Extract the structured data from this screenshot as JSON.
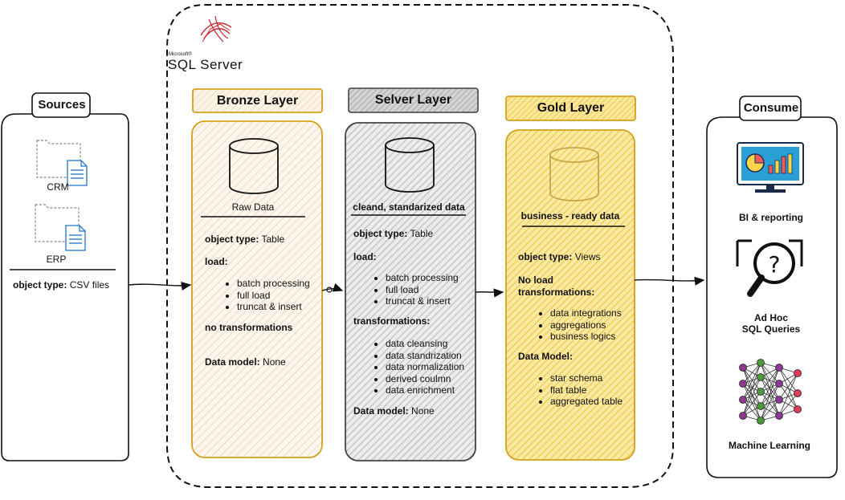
{
  "logo": {
    "small": "Microsoft®",
    "big": "SQL Server"
  },
  "sources": {
    "title": "Sources",
    "items": [
      {
        "label": "CRM",
        "icon": "folder-file-icon"
      },
      {
        "label": "ERP",
        "icon": "folder-file-icon"
      }
    ],
    "object_type_label": "object type:",
    "object_type_value": "CSV files"
  },
  "bronze": {
    "title": "Bronze Layer",
    "data_label": "Raw Data",
    "object_type_label": "object type:",
    "object_type_value": "Table",
    "load_label": "load:",
    "load_items": [
      "batch processing",
      "full load",
      "truncat & insert"
    ],
    "transformations_label": "no transformations",
    "data_model_label": "Data model:",
    "data_model_value": "None",
    "colors": {
      "border": "#d6a11a",
      "fill": "#f8e9d7"
    }
  },
  "silver": {
    "title": "Selver Layer",
    "data_label": "cleand, standarized data",
    "object_type_label": "object type:",
    "object_type_value": "Table",
    "load_label": "load:",
    "load_items": [
      "batch processing",
      "full load",
      "truncat & insert"
    ],
    "transformations_label": "transformations:",
    "transformation_items": [
      "data cleansing",
      "data standrization",
      "data normalization",
      "derived coulmn",
      "data enrichment"
    ],
    "data_model_label": "Data model:",
    "data_model_value": "None",
    "colors": {
      "border": "#555555",
      "fill": "#c9c9c9"
    }
  },
  "gold": {
    "title": "Gold Layer",
    "data_label": "business - ready data",
    "object_type_label": "object type:",
    "object_type_value": "Views",
    "load_label": "No load",
    "transformations_label": "transformations:",
    "transformation_items": [
      "data integrations",
      "aggregations",
      "business logics"
    ],
    "data_model_label": "Data Model:",
    "data_model_items": [
      "star schema",
      "flat table",
      "aggregated table"
    ],
    "colors": {
      "border": "#d6a11a",
      "fill": "#f2cf4c"
    }
  },
  "consume": {
    "title": "Consume",
    "items": [
      {
        "label": "BI & reporting",
        "icon": "bi-dashboard-icon"
      },
      {
        "label_line1": "Ad Hoc",
        "label_line2": "SQL Queries",
        "icon": "question-magnifier-icon"
      },
      {
        "label": "Machine Learning",
        "icon": "neural-network-icon"
      }
    ]
  }
}
